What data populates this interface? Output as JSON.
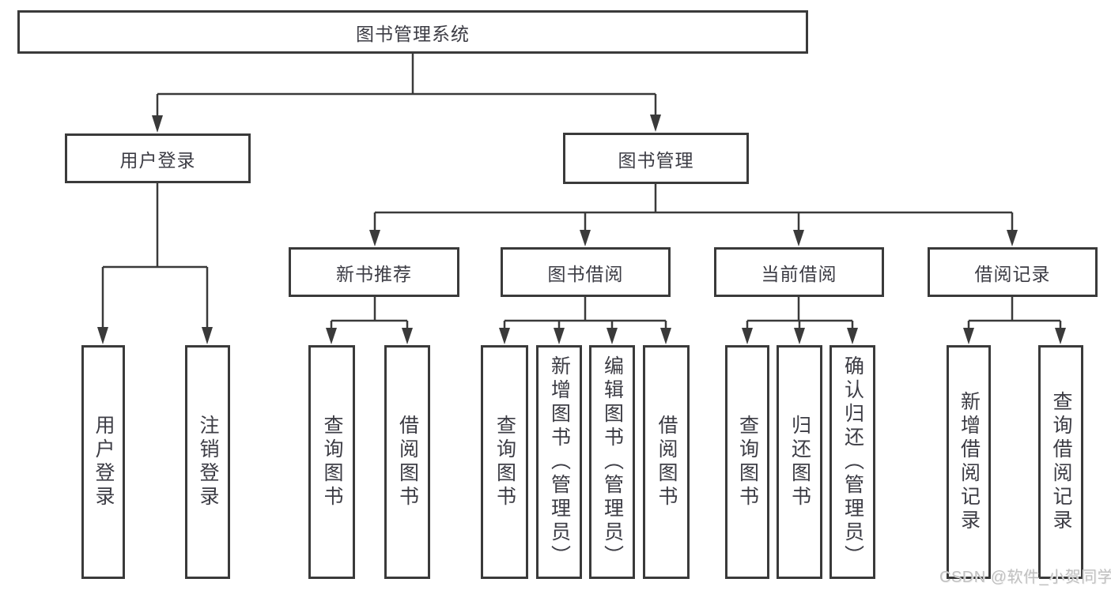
{
  "diagram": {
    "root": "图书管理系统",
    "level2": {
      "user_login": "用户登录",
      "book_mgmt": "图书管理"
    },
    "level3": {
      "new_books": "新书推荐",
      "book_borrow": "图书借阅",
      "current_borrow": "当前借阅",
      "borrow_records": "借阅记录"
    },
    "leaves": {
      "user_login": [
        "用户登录",
        "注销登录"
      ],
      "new_books": [
        "查询图书",
        "借阅图书"
      ],
      "book_borrow": [
        "查询图书",
        "新增图书（管理员）",
        "编辑图书（管理员）",
        "借阅图书"
      ],
      "current_borrow": [
        "查询图书",
        "归还图书",
        "确认归还（管理员）"
      ],
      "borrow_records": [
        "新增借阅记录",
        "查询借阅记录"
      ]
    }
  },
  "watermark": "CSDN @软件_小贺同学",
  "colors": {
    "line": "#3a3a3a",
    "text": "#3c3c44",
    "watermark": "#c0c0c0",
    "background": "#ffffff"
  }
}
